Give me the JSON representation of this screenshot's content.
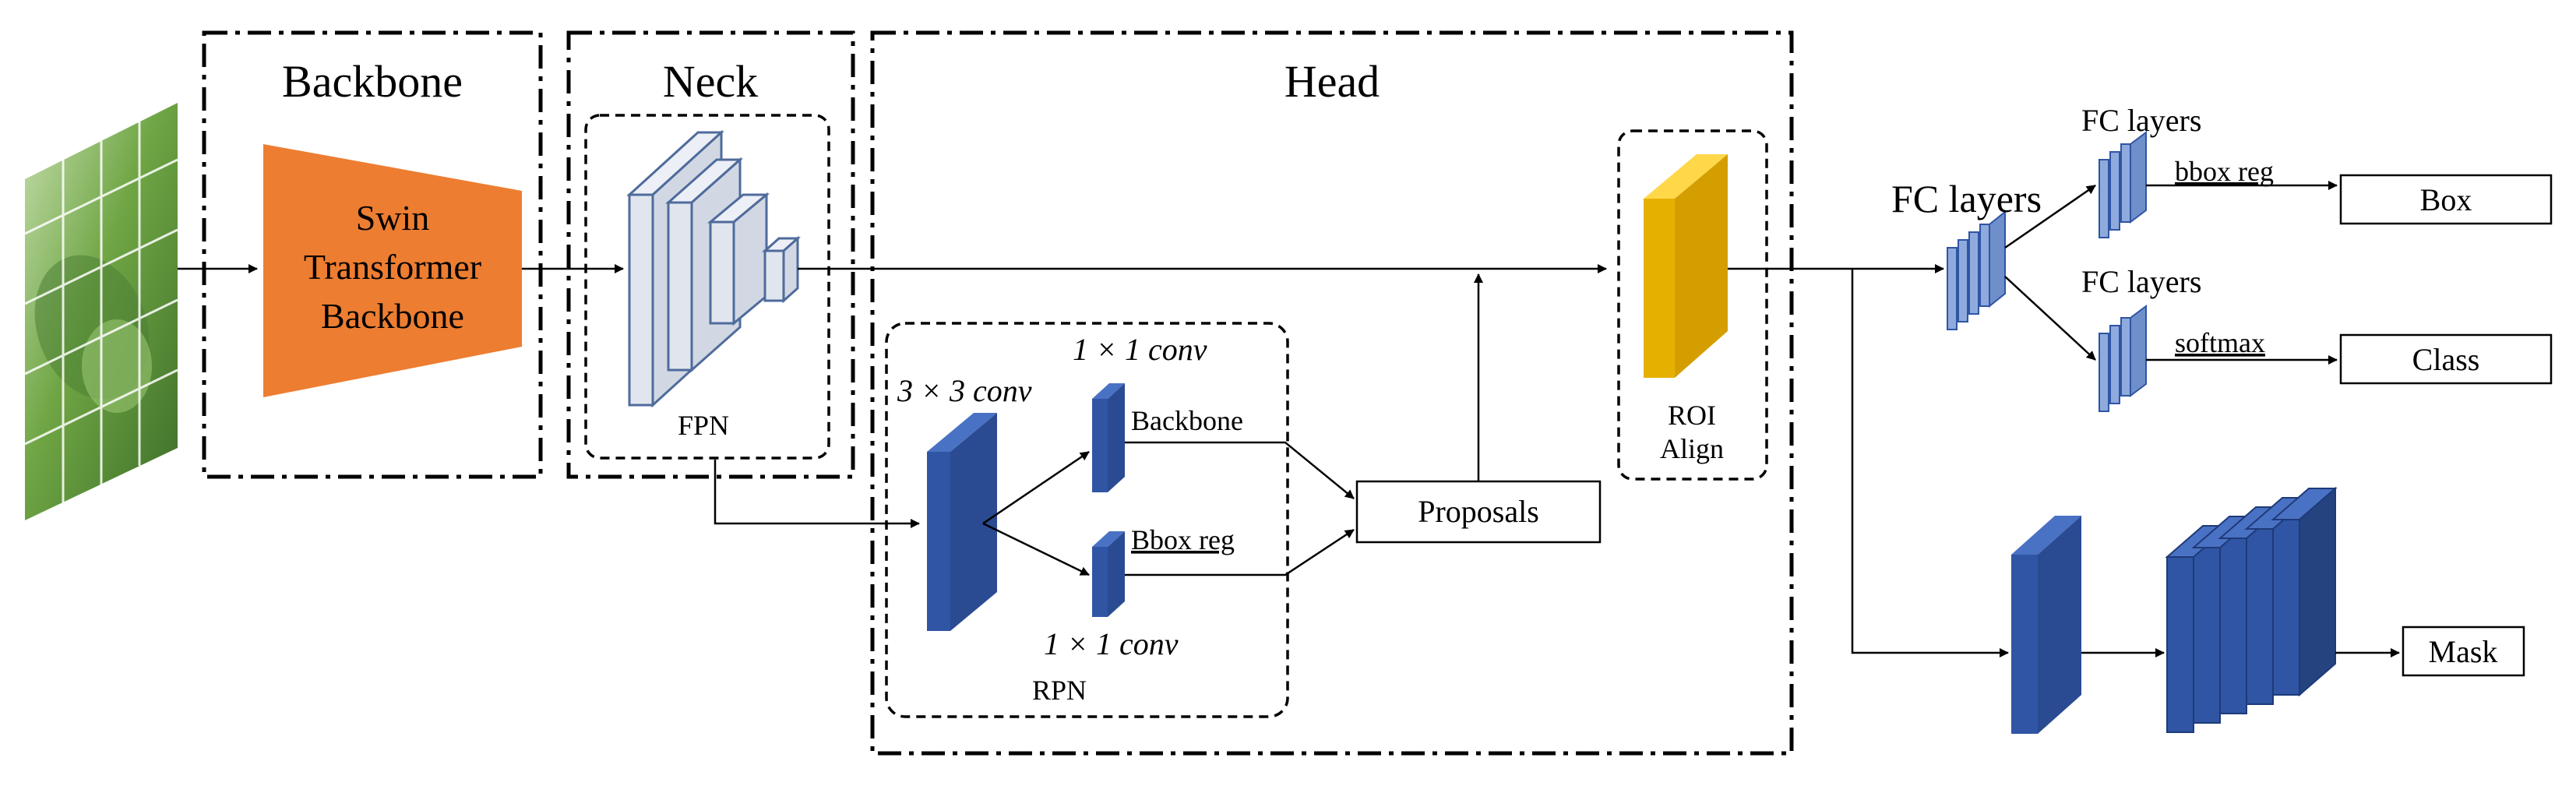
{
  "sections": {
    "backbone": "Backbone",
    "neck": "Neck",
    "head": "Head"
  },
  "backbone_block": {
    "line1": "Swin",
    "line2": "Transformer",
    "line3": "Backbone",
    "color": "#ED7D31"
  },
  "neck_block": {
    "label": "FPN",
    "color": "#E1E6EE"
  },
  "rpn": {
    "label": "RPN",
    "conv3": "3 × 3 conv",
    "conv1_top": "1 × 1 conv",
    "conv1_bottom": "1 × 1 conv",
    "branch_top": "Backbone",
    "branch_bottom": "Bbox reg",
    "color": "#2F55A4"
  },
  "proposals": "Proposals",
  "roi": {
    "line1": "ROI",
    "line2": "Align",
    "color": "#E6B000"
  },
  "fc": {
    "main": "FC layers",
    "top": "FC layers",
    "bottom": "FC layers",
    "color": "#8FAADC"
  },
  "edges": {
    "bbox_reg": "bbox reg",
    "softmax": "softmax"
  },
  "outputs": {
    "box": "Box",
    "class": "Class",
    "mask": "Mask"
  },
  "mask_color": "#2F55A4",
  "input_color": "#7CAE4A"
}
